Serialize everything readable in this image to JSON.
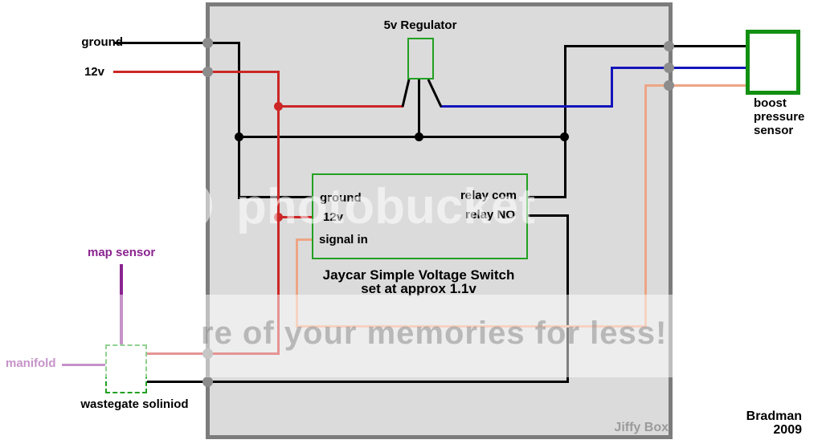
{
  "labels": {
    "ground_external": "ground",
    "twelve_v_external": "12v",
    "regulator": "5v Regulator",
    "jaycar_ground": "ground",
    "jaycar_12v": "12v",
    "jaycar_signal_in": "signal in",
    "jaycar_relay_com": "relay com",
    "jaycar_relay_no": "relay NO",
    "jaycar_caption_1": "Jaycar Simple Voltage Switch",
    "jaycar_caption_2": "set at approx 1.1v",
    "boost_line_1": "boost",
    "boost_line_2": "pressure",
    "boost_line_3": "sensor",
    "map_sensor": "map sensor",
    "manifold": "manifold",
    "wastegate": "wastegate soliniod",
    "jiffy_box": "Jiffy Box",
    "credit_1": "Bradman",
    "credit_2": "2009"
  },
  "watermark": {
    "brand": "photobucket",
    "banner": "re of your memories for less!"
  },
  "colors": {
    "ground_wire": "#000000",
    "twelve_v_wire": "#cc2626",
    "five_v_wire": "#1515bb",
    "signal_wire": "#eda584",
    "map_sensor_wire": "#8a2490",
    "component_outline_green": "#22a022",
    "sensor_outline_green": "#129012",
    "enclosure_fill": "#dbdbdb",
    "enclosure_border": "#7c7c7c",
    "junction_dot_gray": "#8c8c8c",
    "jiffy_text_gray": "#9b9b9b"
  }
}
